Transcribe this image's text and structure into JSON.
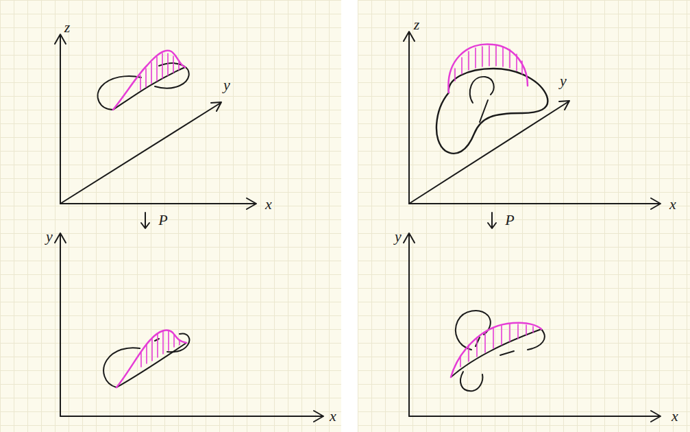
{
  "diagram": {
    "labels": [
      "z",
      "y",
      "x",
      "P",
      "y",
      "x",
      "z",
      "y",
      "x",
      "P",
      "y",
      "x"
    ]
  }
}
